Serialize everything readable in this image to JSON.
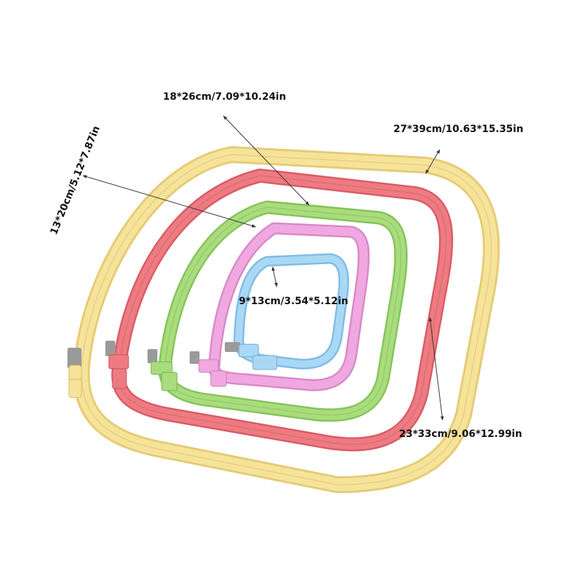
{
  "labels": {
    "size_18x26": "18*26cm/7.09*10.24in",
    "size_27x39": "27*39cm/10.63*15.35in",
    "size_13x20": "13*20cm/5.12*7.87in",
    "size_9x13": "9*13cm/3.54*5.12in",
    "size_23x33": "23*33cm/9.06*12.99in"
  },
  "hoops": [
    {
      "size": "27*39cm",
      "color": "#F6E39A",
      "edge": "#E5CB74"
    },
    {
      "size": "23*33cm",
      "color": "#EE7A82",
      "edge": "#D85C66"
    },
    {
      "size": "18*26cm",
      "color": "#A8DC7C",
      "edge": "#86C35A"
    },
    {
      "size": "13*20cm",
      "color": "#EFA8E0",
      "edge": "#D889C9"
    },
    {
      "size": "9*13cm",
      "color": "#A9D8F5",
      "edge": "#7FBCE6"
    }
  ],
  "screw_color": "#9A9A9A"
}
